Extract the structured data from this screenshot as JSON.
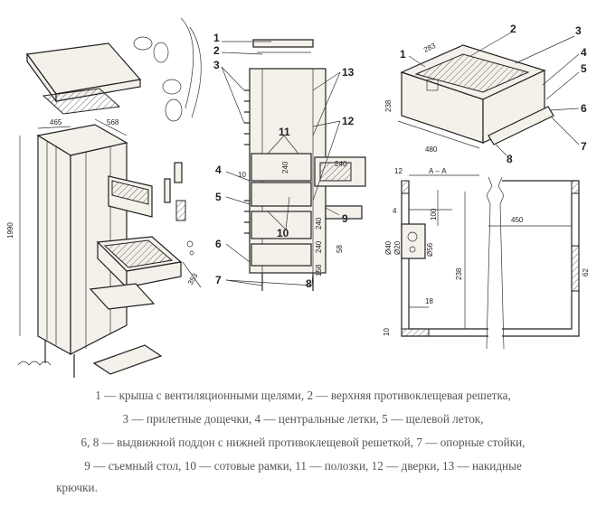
{
  "callouts": {
    "side_view": [
      "1",
      "2",
      "3",
      "4",
      "5",
      "6",
      "7",
      "8",
      "9",
      "10",
      "11",
      "12",
      "13"
    ],
    "box_view": [
      "1",
      "2",
      "3",
      "4",
      "5",
      "6",
      "7",
      "8"
    ]
  },
  "dims": {
    "d465": "465",
    "d568": "568",
    "d1990": "1990",
    "d353": "353",
    "d240a": "240",
    "d240b": "240",
    "d240c": "240",
    "d240d": "240",
    "d158": "158",
    "d58": "58",
    "d283": "283",
    "d238": "238",
    "d480": "480",
    "sectA": "А – А",
    "d12": "12",
    "d100": "100",
    "d450": "450",
    "d238b": "238",
    "d40": "Ø40",
    "d20": "Ø20",
    "d56": "Ø56",
    "d62": "62",
    "d18": "18",
    "d10": "10",
    "d4": "4"
  },
  "caption": [
    "1 — крыша с вентиляционными щелями, 2 — верхняя противоклещевая решетка,",
    "3 — прилетные дощечки, 4 — центральные летки, 5 — щелевой леток,",
    "6, 8 — выдвижной поддон с нижней противоклещевой решеткой, 7 — опорные стойки,",
    "9 — съемный стол, 10 — сотовые рамки, 11 — полозки, 12 — дверки, 13 — накидные",
    "крючки."
  ]
}
